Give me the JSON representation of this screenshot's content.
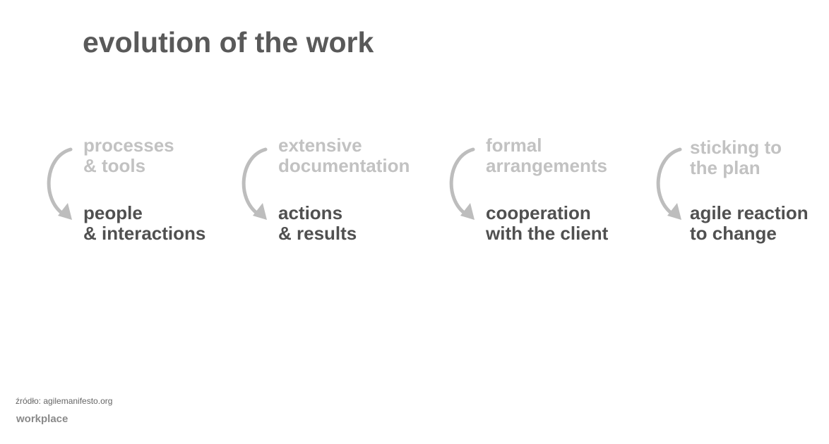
{
  "slide": {
    "title": "evolution of the work",
    "items": [
      {
        "from": [
          "processes",
          "& tools"
        ],
        "to": [
          "people",
          "& interactions"
        ]
      },
      {
        "from": [
          "extensive",
          "documentation"
        ],
        "to": [
          "actions",
          "& results"
        ]
      },
      {
        "from": [
          "formal",
          "arrangements"
        ],
        "to": [
          "cooperation",
          "with the client"
        ]
      },
      {
        "from": [
          "sticking to",
          "the plan"
        ],
        "to": [
          "agile reaction",
          "to change"
        ]
      }
    ],
    "source": "źródło: agilemanifesto.org",
    "brand": "workplace"
  },
  "colors": {
    "title": "#595959",
    "from_text": "#c2c2c2",
    "to_text": "#505050",
    "arrow": "#bdbdbd"
  },
  "icons": {
    "arrow": "curved-arrow-icon"
  }
}
